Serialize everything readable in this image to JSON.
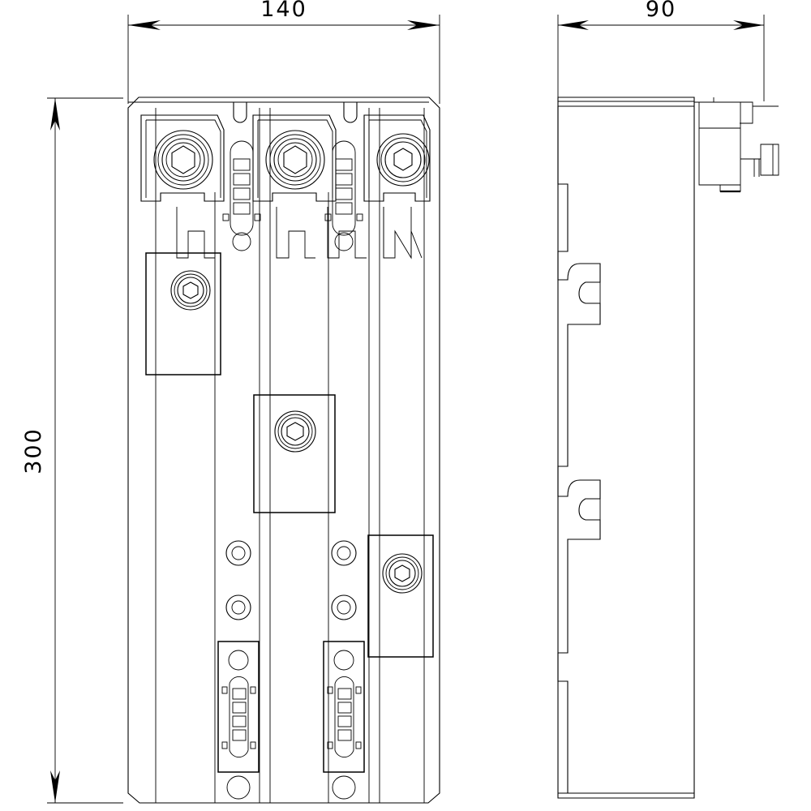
{
  "drawing": {
    "title": "mechanical-part-orthographic-drawing",
    "background_color": "#ffffff",
    "line_color": "#000000",
    "views": [
      {
        "name": "front-view",
        "label": ""
      },
      {
        "name": "side-view",
        "label": ""
      }
    ]
  },
  "dimensions": {
    "width_top": {
      "value": "140",
      "orientation": "horizontal",
      "view": "front-view"
    },
    "depth_top": {
      "value": "90",
      "orientation": "horizontal",
      "view": "side-view"
    },
    "height_left": {
      "value": "300",
      "orientation": "vertical",
      "view": "front-view"
    }
  },
  "features": {
    "top_hex_bolts_count": 3,
    "mid_hex_bolts_count": 3,
    "ladder_slots_count": 4,
    "round_holes_count": 8
  }
}
